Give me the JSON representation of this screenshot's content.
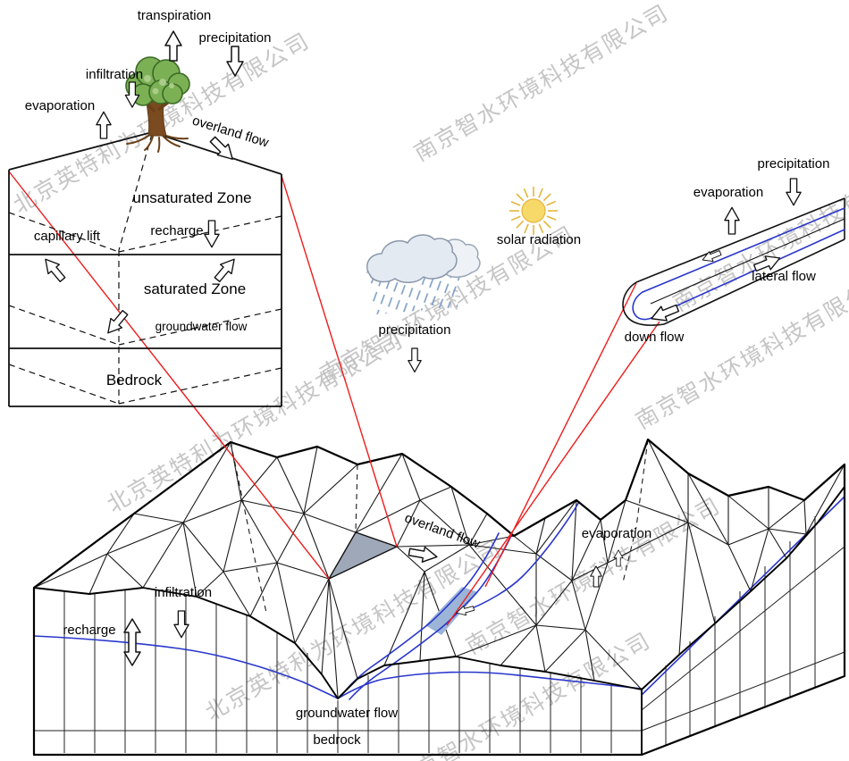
{
  "diagram": {
    "hillslope_column": {
      "transpiration": "transpiration",
      "precipitation": "precipitation",
      "infiltration": "infiltration",
      "evaporation": "evaporation",
      "overland_flow": "overland flow",
      "unsaturated_zone": "unsaturated Zone",
      "recharge": "recharge",
      "capillary_lift": "capillary lift",
      "saturated_zone": "saturated Zone",
      "groundwater_flow": "groundwater flow",
      "bedrock": "Bedrock"
    },
    "atmosphere": {
      "solar_radiation": "solar radiation",
      "precipitation": "precipitation"
    },
    "channel_segment": {
      "precipitation": "precipitation",
      "evaporation": "evaporation",
      "lateral_flow": "lateral flow",
      "down_flow": "down flow"
    },
    "terrain": {
      "overland_flow": "overland flow",
      "evaporation": "evaporation",
      "infiltration": "infiltration",
      "recharge": "recharge",
      "groundwater_flow": "groundwater flow",
      "bedrock": "bedrock"
    }
  },
  "watermarks": {
    "company_a": "北京英特利为环境科技有限公司",
    "company_b": "南京智水环境科技有限公司"
  },
  "colors": {
    "reference_line_red": "#ee1c1c",
    "water_blue": "#2936cc",
    "watermark_gray": "#bcbcbc",
    "mesh_element_fill": "#9fa8b8",
    "river_reach_fill": "#9cb4d8",
    "sun_yellow": "#f7d96a",
    "canopy_green": "#7cb054",
    "trunk_brown": "#7a4a21"
  }
}
